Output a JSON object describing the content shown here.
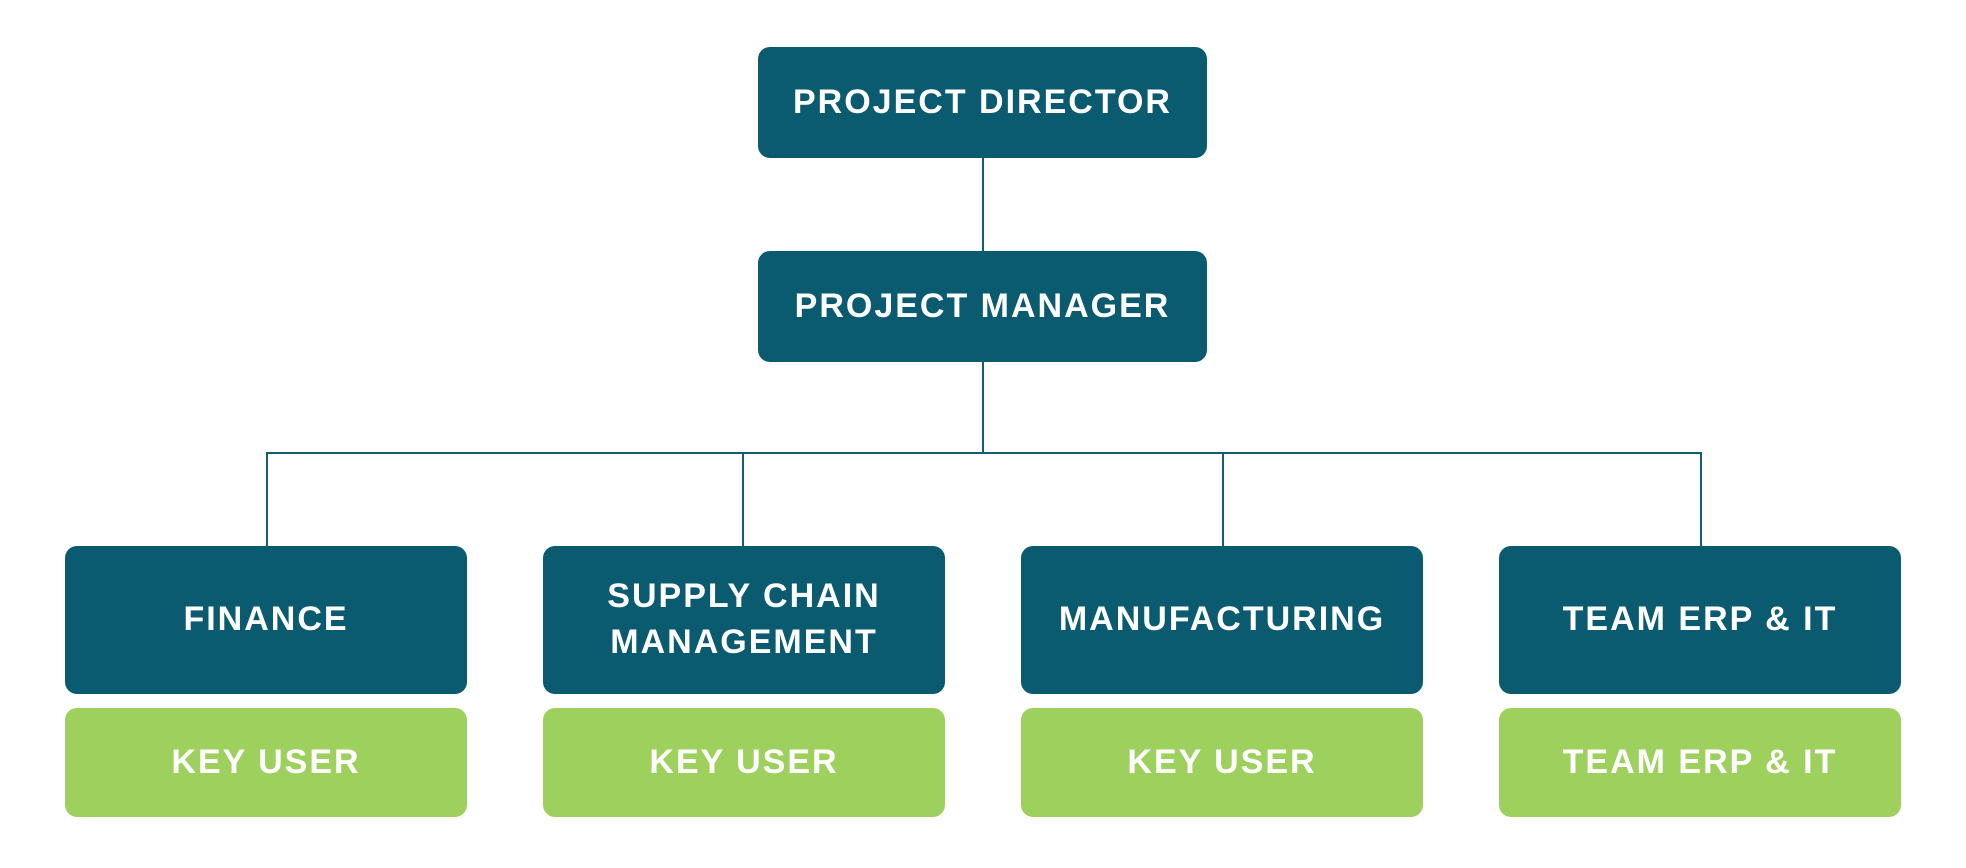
{
  "colors": {
    "teal_box": "#0a5b70",
    "green_box": "#9ed05e",
    "connector_line": "#0f5e74",
    "box_text": "#ffffff",
    "background": "#ffffff"
  },
  "org_chart": {
    "director": {
      "label": "PROJECT DIRECTOR"
    },
    "manager": {
      "label": "PROJECT MANAGER"
    },
    "departments": [
      {
        "label": "FINANCE",
        "sub_label": "KEY USER"
      },
      {
        "label": "SUPPLY CHAIN MANAGEMENT",
        "sub_label": "KEY USER"
      },
      {
        "label": "MANUFACTURING",
        "sub_label": "KEY USER"
      },
      {
        "label": "TEAM ERP & IT",
        "sub_label": "TEAM ERP & IT"
      }
    ]
  }
}
